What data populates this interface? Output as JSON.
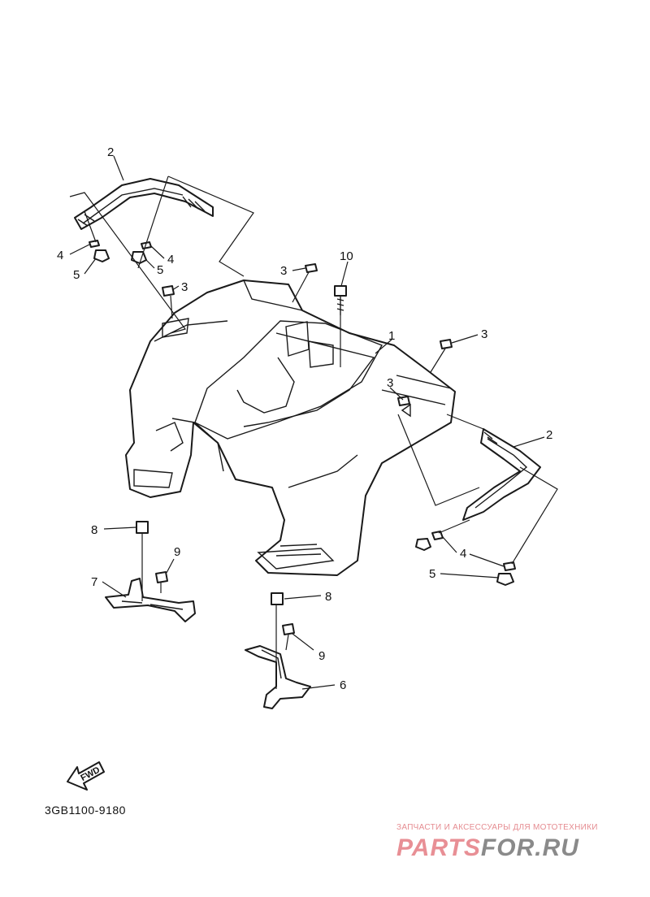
{
  "diagram": {
    "drawing_code": "3GB1100-9180",
    "fwd_label": "FWD",
    "callouts": {
      "c1": "1",
      "c2a": "2",
      "c2b": "2",
      "c3a": "3",
      "c3b": "3",
      "c3c": "3",
      "c3d": "3",
      "c4a": "4",
      "c4b": "4",
      "c4c": "4",
      "c5a": "5",
      "c5b": "5",
      "c5c": "5",
      "c6": "6",
      "c7": "7",
      "c8a": "8",
      "c8b": "8",
      "c9a": "9",
      "c9b": "9",
      "c10": "10"
    }
  },
  "watermark": {
    "subtitle": "ЗАПЧАСТИ И АКСЕССУАРЫ ДЛЯ МОТОТЕХНИКИ",
    "logo_left": "PARTS",
    "logo_right": "FOR.RU",
    "color_left": "#e88f95",
    "color_right": "#8a8a8a"
  }
}
